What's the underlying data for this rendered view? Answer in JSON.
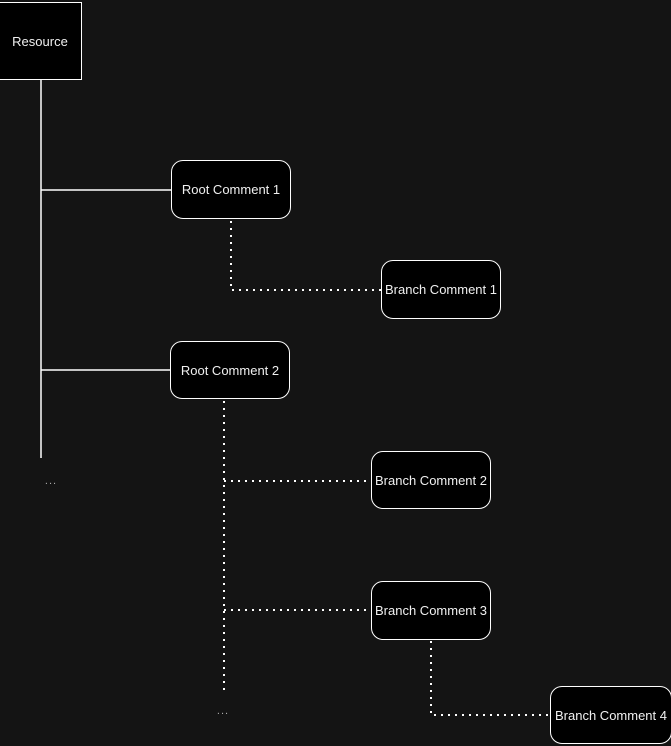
{
  "diagram": {
    "title": "comment-tree-diagram",
    "nodes": {
      "resource": {
        "label": "Resource",
        "shape": "square"
      },
      "root1": {
        "label": "Root Comment 1",
        "shape": "rounded"
      },
      "branch1": {
        "label": "Branch Comment 1",
        "shape": "rounded"
      },
      "root2": {
        "label": "Root Comment 2",
        "shape": "rounded"
      },
      "branch2": {
        "label": "Branch Comment 2",
        "shape": "rounded"
      },
      "branch3": {
        "label": "Branch Comment 3",
        "shape": "rounded"
      },
      "branch4": {
        "label": "Branch Comment 4",
        "shape": "rounded"
      }
    },
    "edges": [
      {
        "from": "resource",
        "to": "root1",
        "style": "solid"
      },
      {
        "from": "resource",
        "to": "root2",
        "style": "solid"
      },
      {
        "from": "root1",
        "to": "branch1",
        "style": "dotted"
      },
      {
        "from": "root2",
        "to": "branch2",
        "style": "dotted"
      },
      {
        "from": "root2",
        "to": "branch3",
        "style": "dotted"
      },
      {
        "from": "branch3",
        "to": "branch4",
        "style": "dotted"
      }
    ],
    "ellipsis_left": "...",
    "ellipsis_bottom": "...",
    "colors": {
      "background": "#141414",
      "node_fill": "#000000",
      "node_border": "#ffffff",
      "line": "#ffffff",
      "text": "#f0f0f0",
      "ellipsis_text": "#aaaaaa"
    }
  }
}
